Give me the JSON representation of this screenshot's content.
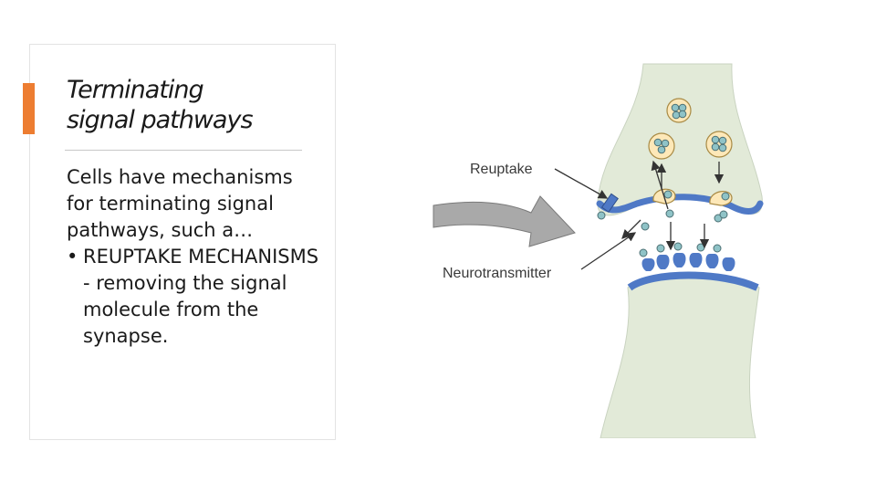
{
  "slide": {
    "title_line1": "Terminating",
    "title_line2": "signal pathways",
    "intro": "Cells have mechanisms for terminating signal pathways, such a…",
    "bullet_symbol": "•",
    "bullet": "REUPTAKE MECHANISMS - removing the signal molecule from the synapse."
  },
  "diagram": {
    "labels": {
      "reuptake": "Reuptake",
      "neurotransmitter": "Neurotransmitter"
    }
  },
  "colors": {
    "accent": "#ed7d31",
    "cell_fill": "#e2ead8",
    "membrane": "#4f79c6",
    "vesicle": "#fde8b8",
    "molecule": "#8fc3c7"
  }
}
